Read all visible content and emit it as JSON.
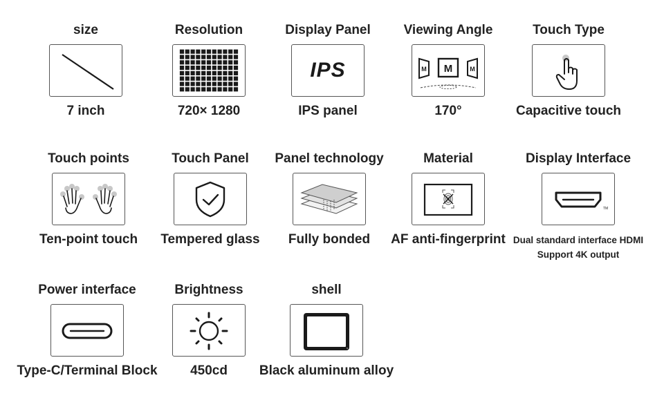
{
  "specs": [
    {
      "title": "size",
      "value": "7 inch",
      "icon": "diagonal-line-icon"
    },
    {
      "title": "Resolution",
      "value": "720× 1280",
      "icon": "pixel-grid-icon"
    },
    {
      "title": "Display Panel",
      "value": "IPS panel",
      "icon": "ips-text-icon",
      "icon_text": "IPS"
    },
    {
      "title": "Viewing Angle",
      "value": "170°",
      "icon": "viewing-angle-icon",
      "icon_letter": "M"
    },
    {
      "title": "Touch Type",
      "value": "Capacitive touch",
      "icon": "finger-touch-icon"
    },
    {
      "title": "Touch points",
      "value": "Ten-point touch",
      "icon": "two-hands-icon"
    },
    {
      "title": "Touch Panel",
      "value": "Tempered glass",
      "icon": "shield-check-icon"
    },
    {
      "title": "Panel technology",
      "value": "Fully bonded",
      "icon": "layered-panel-icon"
    },
    {
      "title": "Material",
      "value": "AF anti-fingerprint",
      "icon": "anti-fingerprint-icon"
    },
    {
      "title": "Display Interface",
      "value_line1": "Dual standard interface HDMI",
      "value_line2": "Support 4K output",
      "icon": "hdmi-port-icon",
      "icon_text": "TM"
    },
    {
      "title": "Power interface",
      "value": "Type-C/Terminal Block",
      "icon": "usb-c-port-icon"
    },
    {
      "title": "Brightness",
      "value": "450cd",
      "icon": "sun-icon"
    },
    {
      "title": "shell",
      "value": "Black aluminum alloy",
      "icon": "black-frame-icon"
    }
  ],
  "colors": {
    "text": "#1a1a1a",
    "border": "#555555",
    "icon": "#1a1a1a",
    "accent_gray": "#c8c8c8"
  }
}
